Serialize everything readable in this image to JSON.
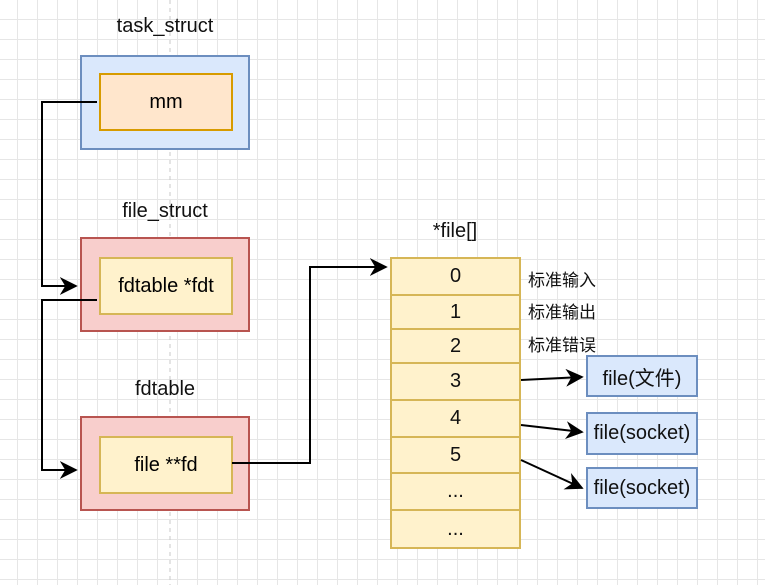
{
  "task_struct": {
    "title": "task_struct",
    "field": "mm"
  },
  "file_struct": {
    "title": "file_struct",
    "field": "fdtable *fdt"
  },
  "fdtable": {
    "title": "fdtable",
    "field": "file **fd"
  },
  "file_array": {
    "title": "*file[]",
    "cells": [
      "0",
      "1",
      "2",
      "3",
      "4",
      "5",
      "...",
      "..."
    ],
    "notes": [
      "标准输入",
      "标准输出",
      "标准错误"
    ]
  },
  "file_objects": [
    "file(文件)",
    "file(socket)",
    "file(socket)"
  ],
  "colors": {
    "blue_fill": "#dae8fc",
    "blue_stroke": "#6c8ebf",
    "red_fill": "#f8cecc",
    "red_stroke": "#b85450",
    "orange_fill": "#ffe6cc",
    "orange_stroke": "#d79b00",
    "yellow_fill": "#fff2cc",
    "yellow_stroke": "#d6b656"
  }
}
